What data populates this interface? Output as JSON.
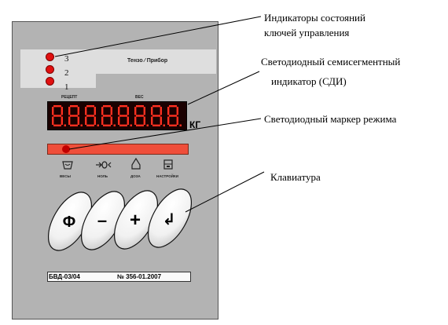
{
  "panel": {
    "led_numbers": [
      "3",
      "2",
      "1"
    ],
    "brand": "Тензо ⁄ Прибор",
    "display_labels": {
      "left": "РЕЦЕПТ",
      "right": "ВЕС"
    },
    "display_text": "8.8.8.8.8.8.8.8.",
    "unit": "КГ",
    "key_labels": [
      "ВЕСЫ",
      "НОЛЬ",
      "ДОЗА",
      "НАСТРОЙКИ"
    ],
    "keys": [
      "Φ",
      "–",
      "+",
      "↲"
    ],
    "plate_model": "БВД-03/04",
    "plate_number": "№ 356-01.2007"
  },
  "callouts": {
    "status_leds_line1": "Индикаторы состояний",
    "status_leds_line2": "ключей управления",
    "seven_segment_line1": "Светодиодный семисегментный",
    "seven_segment_line2": "индикатор (СДИ)",
    "mode_marker": "Светодиодный маркер режима",
    "keyboard": "Клавиатура"
  },
  "colors": {
    "panel": "#b3b3b3",
    "led_red": "#e01010",
    "segment_red": "#ff3020",
    "mode_bar": "#ef4e3a"
  },
  "icons": [
    "scale-icon",
    "zero-icon",
    "dose-icon",
    "settings-icon"
  ]
}
